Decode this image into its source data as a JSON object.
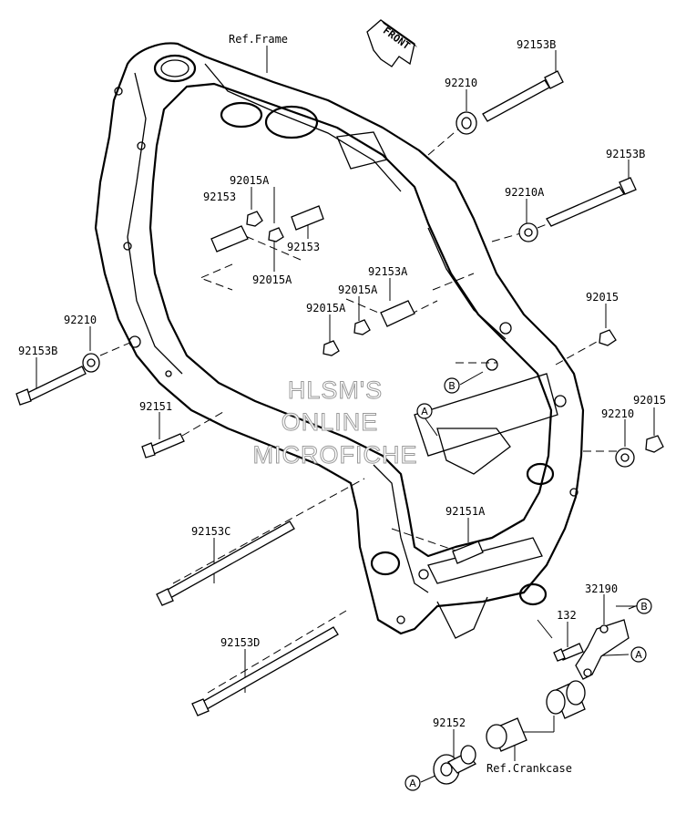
{
  "diagram": {
    "front_label": "FRONT",
    "watermark": [
      "HLSM'S",
      "ONLINE",
      "MICROFICHE"
    ],
    "labels": {
      "ref_frame": "Ref.Frame",
      "ref_crankcase": "Ref.Crankcase",
      "p92153B_top": "92153B",
      "p92210_top": "92210",
      "p92153B_mid": "92153B",
      "p92210A": "92210A",
      "p92015A_a": "92015A",
      "p92153_a": "92153",
      "p92153_b": "92153",
      "p92015A_b": "92015A",
      "p92153A": "92153A",
      "p92015A_c": "92015A",
      "p92015A_d": "92015A",
      "p92015_right": "92015",
      "p92210_left": "92210",
      "p92153B_left": "92153B",
      "p92151": "92151",
      "p92015_far": "92015",
      "p92210_right": "92210",
      "p92153C": "92153C",
      "p92151A": "92151A",
      "p32190": "32190",
      "p132": "132",
      "p92153D": "92153D",
      "p92152": "92152"
    },
    "callouts": {
      "A": "A",
      "B": "B"
    }
  }
}
